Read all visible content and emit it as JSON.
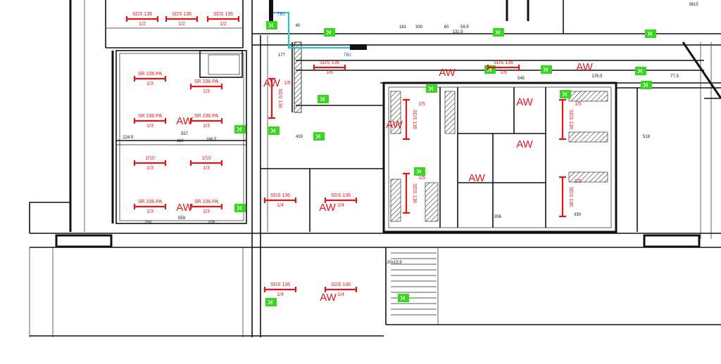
{
  "drawing": {
    "title": "Floor plan - lighting layout",
    "fixtures": [
      {
        "type": "SDS 136",
        "circuit": "1/2"
      },
      {
        "type": "SDS 136",
        "circuit": "1/2"
      },
      {
        "type": "SDS 136",
        "circuit": "1/2"
      },
      {
        "type": "SR 236.PA",
        "circuit": "1/3"
      },
      {
        "type": "SR 236.PA",
        "circuit": "1/3"
      },
      {
        "type": "SR 236.PA",
        "circuit": "1/3"
      },
      {
        "type": "SR 236.PA",
        "circuit": "1/3"
      },
      {
        "type": "1/10",
        "circuit": "1/3"
      },
      {
        "type": "1/10",
        "circuit": "1/3"
      },
      {
        "type": "SR 236.PA",
        "circuit": "1/3"
      },
      {
        "type": "SR 236.PA",
        "circuit": "1/3"
      },
      {
        "type": "SDS 136",
        "circuit": "1/6"
      },
      {
        "type": "SDS 136",
        "circuit": "1/6"
      },
      {
        "type": "SDS 136",
        "circuit": "1/6"
      },
      {
        "type": "SDS 136",
        "circuit": "1/4"
      },
      {
        "type": "SDS 136",
        "circuit": "1/4"
      },
      {
        "type": "SDS 136",
        "circuit": "1/4"
      },
      {
        "type": "SDS 136",
        "circuit": "1/4"
      },
      {
        "type": "SDS 136",
        "circuit": "1/5"
      },
      {
        "type": "SDS 136",
        "circuit": "1/5"
      },
      {
        "type": "SDS 136",
        "circuit": "1/5"
      },
      {
        "type": "SDS 136",
        "circuit": "1/5"
      }
    ],
    "aw_label": "AW",
    "tags": [
      "TB1",
      "TB2"
    ],
    "dimensions": [
      "300",
      "60",
      "59.5",
      "181",
      "3615",
      "131.5",
      "545",
      "176.5",
      "77.5",
      "557",
      "224.5",
      "110",
      "166.5",
      "433",
      "330",
      "356",
      "518",
      "250",
      "559",
      "209",
      "40",
      "177",
      "20x15,9"
    ]
  },
  "colors": {
    "fixture": "#e0161b",
    "exit": "#39d620",
    "duct": "#18c8d8",
    "wall": "#111111"
  }
}
